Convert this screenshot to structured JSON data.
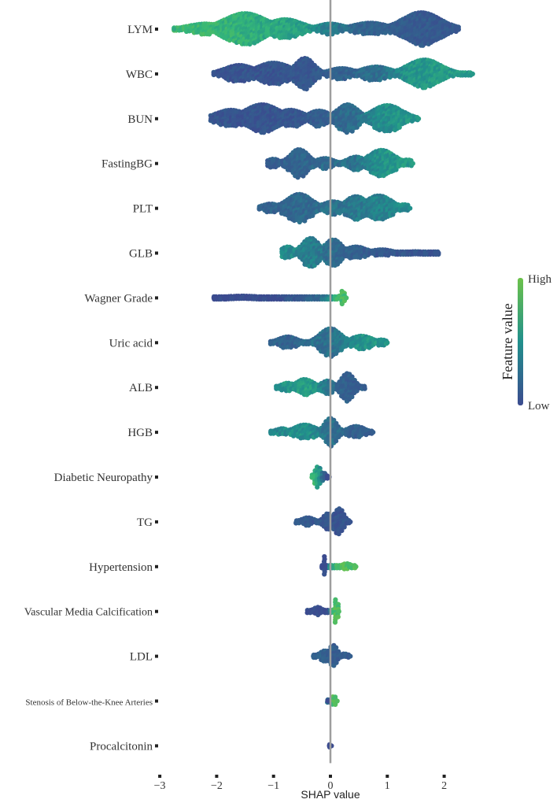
{
  "chart_data": {
    "type": "beeswarm",
    "xlabel": "SHAP value",
    "xlim": [
      -3,
      2.6
    ],
    "xticks": [
      -3,
      -2,
      -1,
      0,
      1,
      2
    ],
    "xtick_labels": [
      "−3",
      "−2",
      "−1",
      "0",
      "1",
      "2"
    ],
    "zero_line": true,
    "legend": {
      "title": "Feature value",
      "high_label": "High",
      "low_label": "Low",
      "high_color": "#6cc24a",
      "low_color": "#3b4b8f",
      "placement": "right"
    },
    "features": [
      {
        "name": "LYM",
        "min": -2.75,
        "max": 2.25,
        "width": 1.0,
        "lobes": [
          [
            -2.2,
            0.4,
            0.3,
            0.9
          ],
          [
            -1.5,
            0.5,
            0.9,
            0.75
          ],
          [
            -0.8,
            0.4,
            0.55,
            0.7
          ],
          [
            0.0,
            0.3,
            0.3,
            0.45
          ],
          [
            0.7,
            0.4,
            0.35,
            0.2
          ],
          [
            1.6,
            0.45,
            0.95,
            0.15
          ]
        ],
        "hi_lo": [
          [
            -2.8,
            0.7
          ],
          [
            -1.6,
            0.75
          ],
          [
            -0.5,
            0.6
          ],
          [
            0.5,
            0.3
          ],
          [
            1.5,
            0.18
          ],
          [
            2.3,
            0.12
          ]
        ]
      },
      {
        "name": "WBC",
        "min": -2.05,
        "max": 2.5,
        "width": 0.9,
        "lobes": [
          [
            -1.6,
            0.35,
            0.55,
            0.1
          ],
          [
            -1.0,
            0.4,
            0.7,
            0.1
          ],
          [
            -0.45,
            0.22,
            1.0,
            0.12
          ],
          [
            0.2,
            0.3,
            0.35,
            0.2
          ],
          [
            0.8,
            0.35,
            0.45,
            0.3
          ],
          [
            1.65,
            0.4,
            0.9,
            0.6
          ]
        ],
        "hi_lo": [
          [
            -2.1,
            0.08
          ],
          [
            -0.5,
            0.12
          ],
          [
            0.5,
            0.3
          ],
          [
            1.2,
            0.5
          ],
          [
            2.0,
            0.65
          ],
          [
            2.5,
            0.6
          ]
        ]
      },
      {
        "name": "BUN",
        "min": -2.1,
        "max": 1.55,
        "width": 0.9,
        "lobes": [
          [
            -1.75,
            0.35,
            0.55,
            0.1
          ],
          [
            -1.2,
            0.4,
            0.9,
            0.1
          ],
          [
            -0.7,
            0.3,
            0.55,
            0.12
          ],
          [
            -0.2,
            0.25,
            0.5,
            0.2
          ],
          [
            0.3,
            0.25,
            0.9,
            0.3
          ],
          [
            1.0,
            0.35,
            0.85,
            0.55
          ]
        ],
        "hi_lo": [
          [
            -2.1,
            0.08
          ],
          [
            -0.5,
            0.12
          ],
          [
            0.5,
            0.35
          ],
          [
            1.2,
            0.6
          ],
          [
            1.55,
            0.62
          ]
        ]
      },
      {
        "name": "FastingBG",
        "min": -1.1,
        "max": 1.45,
        "width": 0.85,
        "lobes": [
          [
            -1.0,
            0.15,
            0.3,
            0.15
          ],
          [
            -0.55,
            0.22,
            0.95,
            0.25
          ],
          [
            -0.1,
            0.2,
            0.35,
            0.3
          ],
          [
            0.45,
            0.2,
            0.45,
            0.35
          ],
          [
            0.9,
            0.3,
            0.9,
            0.55
          ],
          [
            1.35,
            0.15,
            0.25,
            0.6
          ]
        ],
        "hi_lo": [
          [
            -1.1,
            0.2
          ],
          [
            -0.2,
            0.3
          ],
          [
            0.5,
            0.4
          ],
          [
            1.0,
            0.6
          ],
          [
            1.45,
            0.65
          ]
        ]
      },
      {
        "name": "PLT",
        "min": -1.25,
        "max": 1.4,
        "width": 0.85,
        "lobes": [
          [
            -1.05,
            0.2,
            0.3,
            0.2
          ],
          [
            -0.55,
            0.3,
            0.95,
            0.28
          ],
          [
            0.05,
            0.25,
            0.45,
            0.35
          ],
          [
            0.45,
            0.25,
            0.8,
            0.4
          ],
          [
            0.85,
            0.3,
            0.85,
            0.45
          ],
          [
            1.3,
            0.15,
            0.25,
            0.55
          ]
        ],
        "hi_lo": [
          [
            -1.3,
            0.25
          ],
          [
            -0.5,
            0.3
          ],
          [
            0.4,
            0.4
          ],
          [
            1.0,
            0.5
          ],
          [
            1.4,
            0.55
          ]
        ]
      },
      {
        "name": "GLB",
        "min": -0.85,
        "max": 1.9,
        "width": 0.9,
        "lobes": [
          [
            -0.75,
            0.15,
            0.4,
            0.5
          ],
          [
            -0.35,
            0.2,
            0.95,
            0.45
          ],
          [
            0.05,
            0.2,
            0.85,
            0.3
          ],
          [
            0.45,
            0.25,
            0.4,
            0.2
          ],
          [
            0.9,
            0.25,
            0.22,
            0.15
          ],
          [
            1.5,
            0.25,
            0.1,
            0.1
          ]
        ],
        "hi_lo": [
          [
            -0.85,
            0.55
          ],
          [
            -0.2,
            0.4
          ],
          [
            0.5,
            0.2
          ],
          [
            1.2,
            0.12
          ],
          [
            1.9,
            0.1
          ]
        ]
      },
      {
        "name": "Wagner Grade",
        "min": -2.05,
        "max": 0.28,
        "width": 0.9,
        "lobes": [
          [
            -1.55,
            0.45,
            0.12,
            0.0
          ],
          [
            0.22,
            0.05,
            0.45,
            0.85
          ]
        ],
        "hi_lo": [
          [
            -2.05,
            0.0
          ],
          [
            -1.0,
            0.0
          ],
          [
            0.15,
            0.85
          ],
          [
            0.3,
            0.85
          ]
        ]
      },
      {
        "name": "Uric acid",
        "min": -1.05,
        "max": 1.0,
        "width": 0.85,
        "lobes": [
          [
            -0.75,
            0.22,
            0.4,
            0.2
          ],
          [
            0.0,
            0.25,
            0.95,
            0.35
          ],
          [
            0.55,
            0.25,
            0.45,
            0.55
          ],
          [
            0.9,
            0.12,
            0.2,
            0.6
          ]
        ],
        "hi_lo": [
          [
            -1.05,
            0.25
          ],
          [
            0.0,
            0.35
          ],
          [
            0.6,
            0.6
          ],
          [
            1.0,
            0.6
          ]
        ]
      },
      {
        "name": "ALB",
        "min": -0.95,
        "max": 0.6,
        "width": 0.85,
        "lobes": [
          [
            -0.75,
            0.15,
            0.3,
            0.55
          ],
          [
            -0.45,
            0.2,
            0.55,
            0.65
          ],
          [
            -0.05,
            0.15,
            0.45,
            0.4
          ],
          [
            0.3,
            0.15,
            0.95,
            0.2
          ]
        ],
        "hi_lo": [
          [
            -0.95,
            0.55
          ],
          [
            -0.4,
            0.65
          ],
          [
            0.1,
            0.3
          ],
          [
            0.6,
            0.15
          ]
        ]
      },
      {
        "name": "HGB",
        "min": -1.05,
        "max": 0.75,
        "width": 0.85,
        "lobes": [
          [
            -0.85,
            0.15,
            0.25,
            0.5
          ],
          [
            -0.45,
            0.25,
            0.5,
            0.55
          ],
          [
            0.0,
            0.15,
            0.95,
            0.35
          ],
          [
            0.45,
            0.2,
            0.4,
            0.2
          ]
        ],
        "hi_lo": [
          [
            -1.05,
            0.5
          ],
          [
            -0.4,
            0.55
          ],
          [
            0.1,
            0.3
          ],
          [
            0.75,
            0.2
          ]
        ]
      },
      {
        "name": "Diabetic Neuropathy",
        "min": -0.32,
        "max": -0.02,
        "width": 0.7,
        "lobes": [
          [
            -0.22,
            0.08,
            0.85,
            0.8
          ],
          [
            -0.12,
            0.06,
            0.35,
            0.0
          ]
        ],
        "hi_lo": [
          [
            -0.3,
            0.8
          ],
          [
            -0.15,
            0.3
          ],
          [
            -0.05,
            0.0
          ]
        ]
      },
      {
        "name": "TG",
        "min": -0.6,
        "max": 0.35,
        "width": 0.8,
        "lobes": [
          [
            -0.4,
            0.15,
            0.3,
            0.15
          ],
          [
            -0.05,
            0.1,
            0.6,
            0.1
          ],
          [
            0.15,
            0.12,
            0.95,
            0.08
          ]
        ],
        "hi_lo": [
          [
            -0.6,
            0.2
          ],
          [
            0.0,
            0.1
          ],
          [
            0.35,
            0.08
          ]
        ]
      },
      {
        "name": "Hypertension",
        "min": -0.15,
        "max": 0.45,
        "width": 0.7,
        "lobes": [
          [
            -0.1,
            0.02,
            0.9,
            0.0
          ],
          [
            0.28,
            0.1,
            0.25,
            0.9
          ]
        ],
        "hi_lo": [
          [
            -0.15,
            0.0
          ],
          [
            -0.05,
            0.0
          ],
          [
            0.15,
            0.9
          ],
          [
            0.45,
            0.9
          ]
        ]
      },
      {
        "name": "Vascular Media Calcification",
        "min": -0.4,
        "max": 0.15,
        "width": 0.8,
        "lobes": [
          [
            -0.22,
            0.1,
            0.3,
            0.0
          ],
          [
            0.1,
            0.04,
            0.95,
            0.88
          ]
        ],
        "hi_lo": [
          [
            -0.4,
            0.0
          ],
          [
            -0.05,
            0.0
          ],
          [
            0.05,
            0.88
          ],
          [
            0.15,
            0.88
          ]
        ]
      },
      {
        "name": "LDL",
        "min": -0.3,
        "max": 0.35,
        "width": 0.7,
        "lobes": [
          [
            -0.1,
            0.12,
            0.45,
            0.25
          ],
          [
            0.05,
            0.1,
            0.9,
            0.2
          ],
          [
            0.25,
            0.1,
            0.2,
            0.2
          ]
        ],
        "hi_lo": [
          [
            -0.3,
            0.25
          ],
          [
            0.05,
            0.2
          ],
          [
            0.35,
            0.2
          ]
        ]
      },
      {
        "name": "Stenosis of Below-the-Knee Arteries",
        "min": -0.05,
        "max": 0.12,
        "width": 0.6,
        "lobes": [
          [
            -0.02,
            0.01,
            0.7,
            0.0
          ],
          [
            0.06,
            0.04,
            0.55,
            0.9
          ]
        ],
        "hi_lo": [
          [
            -0.05,
            0.0
          ],
          [
            0.0,
            0.0
          ],
          [
            0.04,
            0.9
          ],
          [
            0.12,
            0.9
          ]
        ]
      },
      {
        "name": "Procalcitonin",
        "min": -0.02,
        "max": 0.02,
        "width": 0.5,
        "lobes": [
          [
            0.0,
            0.01,
            0.9,
            0.0
          ]
        ],
        "hi_lo": [
          [
            -0.02,
            0.0
          ],
          [
            0.02,
            0.0
          ]
        ]
      }
    ]
  }
}
